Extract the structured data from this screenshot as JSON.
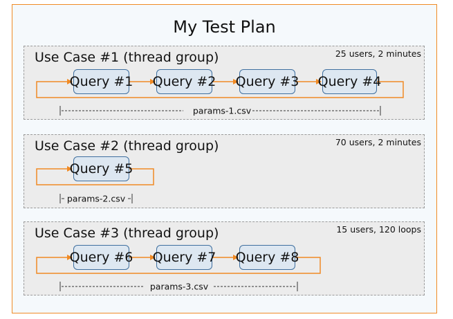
{
  "plan": {
    "title": "My Test Plan",
    "groups": [
      {
        "title": "Use Case #1 (thread group)",
        "meta": "25 users, 2 minutes",
        "queries": [
          "Query #1",
          "Query #2",
          "Query #3",
          "Query #4"
        ],
        "csv": "params-1.csv"
      },
      {
        "title": "Use Case #2 (thread group)",
        "meta": "70 users, 2 minutes",
        "queries": [
          "Query #5"
        ],
        "csv": "params-2.csv"
      },
      {
        "title": "Use Case #3 (thread group)",
        "meta": "15 users, 120 loops",
        "queries": [
          "Query #6",
          "Query #7",
          "Query #8"
        ],
        "csv": "params-3.csv"
      }
    ]
  },
  "colors": {
    "arrow": "#f08a24",
    "border": "#f08a24",
    "query_fill": "#dde7f1",
    "query_border": "#3f6f9f",
    "group_fill": "#ececec"
  }
}
